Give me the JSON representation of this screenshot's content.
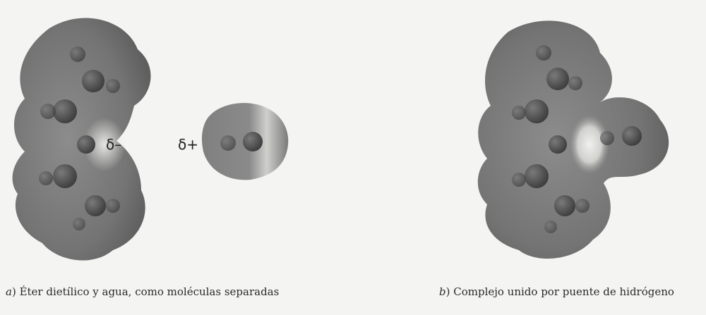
{
  "labels": {
    "delta_minus": "δ–",
    "delta_plus": "δ+"
  },
  "captions": {
    "a": {
      "letter": "a",
      "text": ") Éter dietílico y agua, como moléculas separadas"
    },
    "b": {
      "letter": "b",
      "text": ") Complejo unido por puente de hidrógeno"
    }
  },
  "colors": {
    "surface_dark": "#6f6f6f",
    "surface_light": "#d9d9d6",
    "atom": "#4a4a4a",
    "background": "#f4f4f2"
  }
}
